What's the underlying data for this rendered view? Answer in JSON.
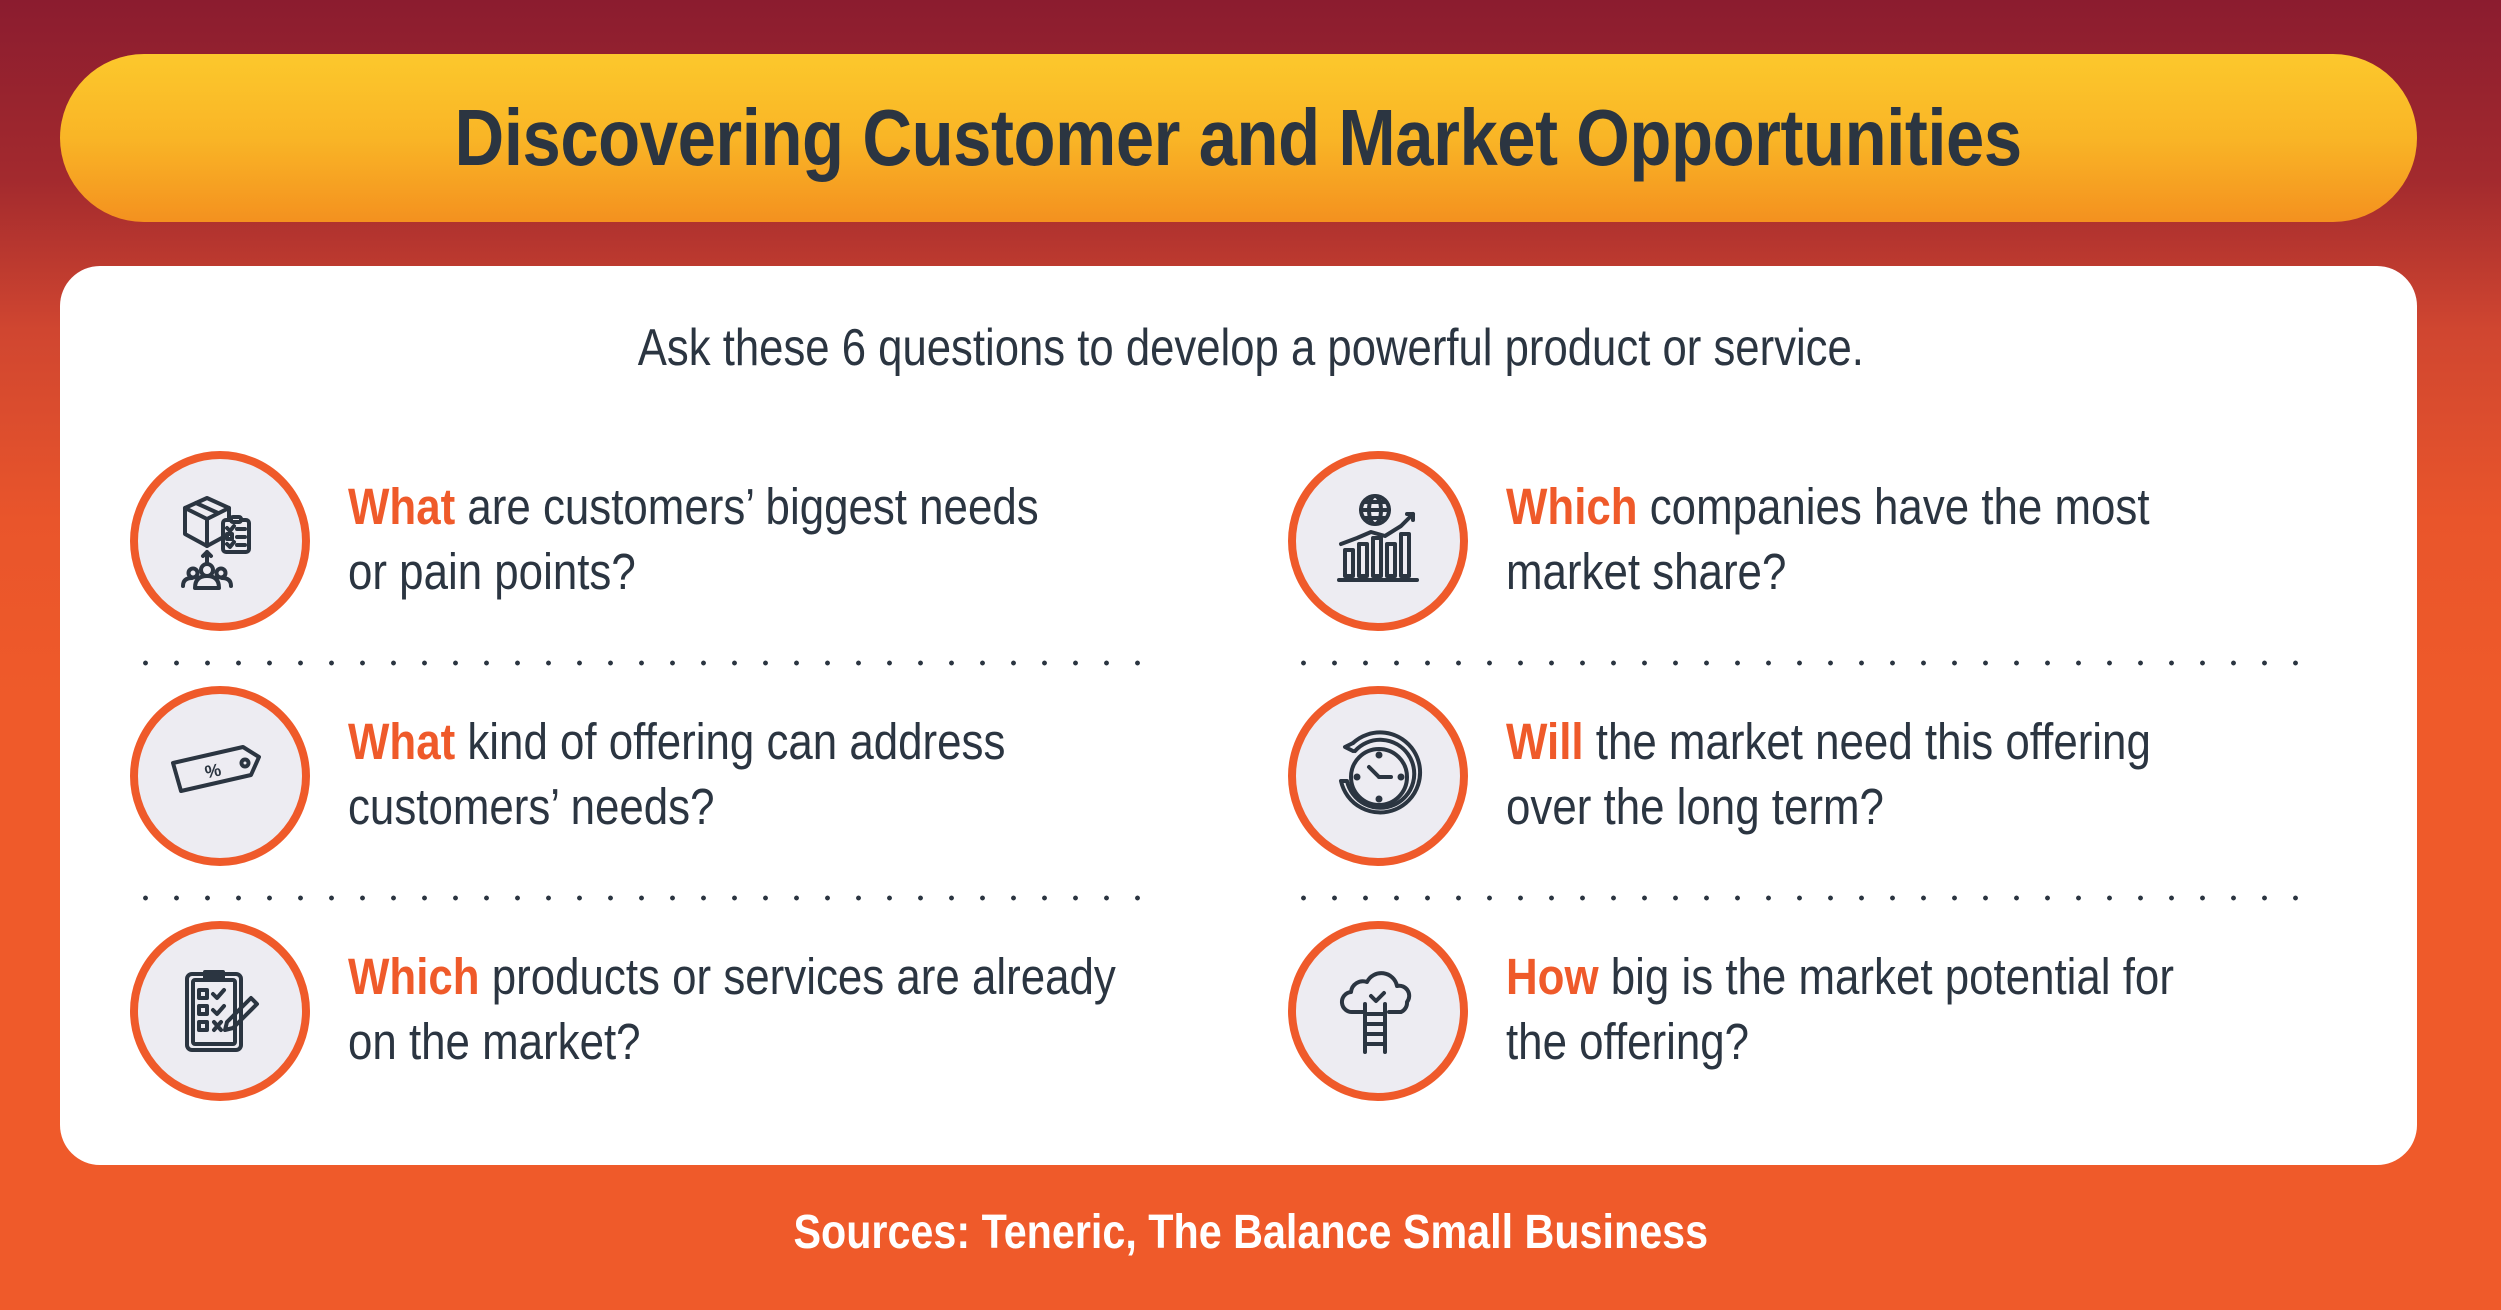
{
  "header": {
    "title": "Discovering Customer and Market Opportunities"
  },
  "card": {
    "subtitle": "Ask these 6 questions to develop a powerful product or service."
  },
  "questions": [
    {
      "icon": "box-clipboard-people-icon",
      "keyword": "What",
      "line1_rest": " are customers’ biggest needs",
      "line2": "or pain points?"
    },
    {
      "icon": "price-tag-percent-icon",
      "keyword": "What",
      "line1_rest": " kind of offering can address",
      "line2": "customers’ needs?"
    },
    {
      "icon": "clipboard-checklist-pencil-icon",
      "keyword": "Which",
      "line1_rest": " products or services are already",
      "line2": "on the market?"
    },
    {
      "icon": "globe-bar-chart-growth-icon",
      "keyword": "Which",
      "line1_rest": " companies have the most",
      "line2": "market share?"
    },
    {
      "icon": "clock-refresh-icon",
      "keyword": "Will",
      "line1_rest": " the market need this offering",
      "line2": "over the long term?"
    },
    {
      "icon": "cloud-ladder-icon",
      "keyword": "How",
      "line1_rest": " big is the market potential for",
      "line2": "the offering?"
    }
  ],
  "footer": {
    "sources": "Sources: Teneric, The Balance Small Business"
  },
  "colors": {
    "accent_orange": "#EF5A2A",
    "title_yellow": "#FCC82C",
    "title_orange": "#F4911F",
    "background_top": "#8B1C2F",
    "text_dark": "#2B3541",
    "icon_fill": "#EDECF2",
    "card_bg": "#FFFFFF"
  }
}
